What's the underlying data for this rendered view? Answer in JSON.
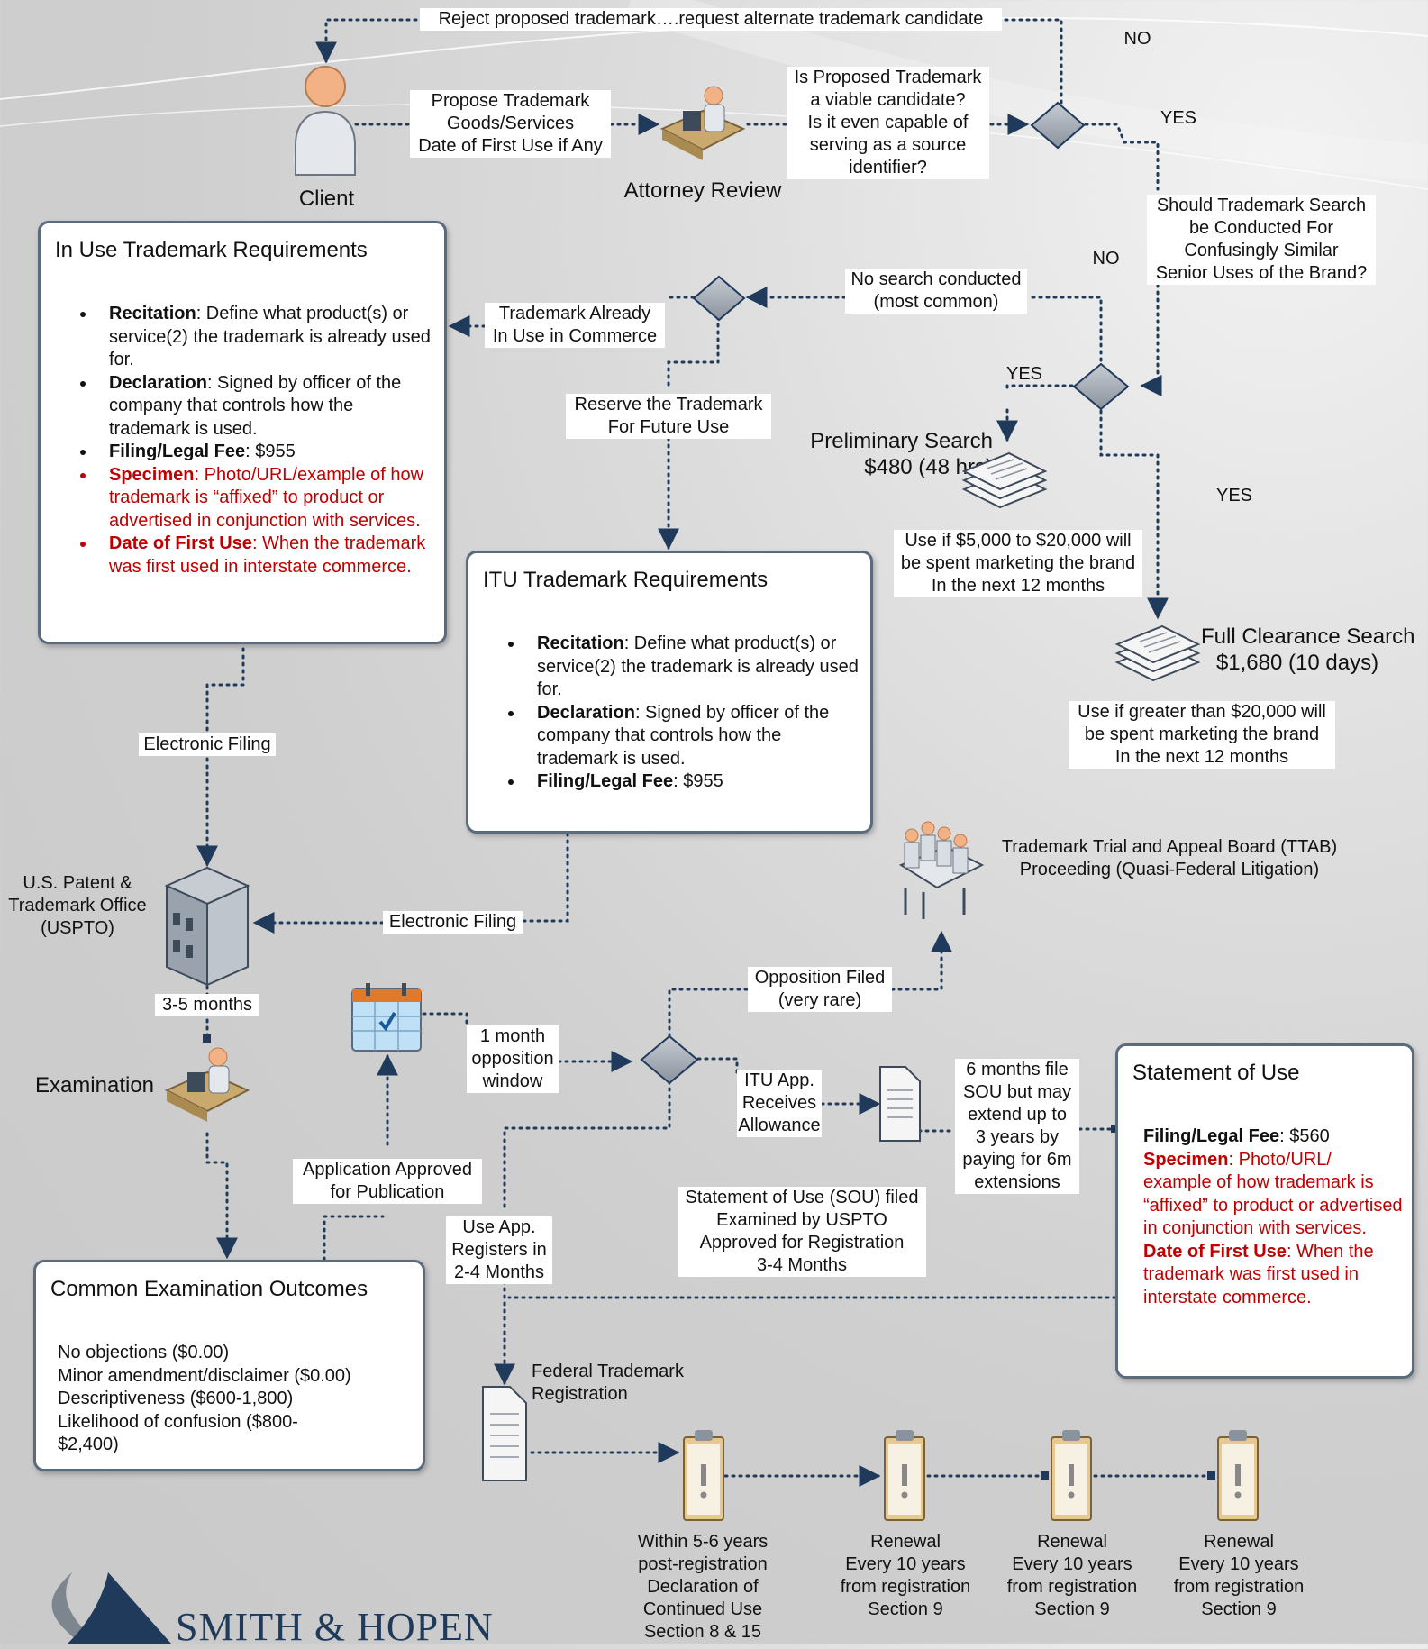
{
  "top": {
    "reject": "Reject proposed trademark….request alternate trademark candidate",
    "no_top": "NO",
    "yes_top": "YES",
    "propose": [
      "Propose Trademark",
      "Goods/Services",
      "Date of First Use if Any"
    ],
    "client": "Client",
    "attorney_review": "Attorney Review",
    "viable": [
      "Is Proposed Trademark",
      "a viable candidate?",
      "Is it even capable of",
      "serving as a source",
      "identifier?"
    ],
    "should_search": [
      "Should Trademark Search",
      "be Conducted For",
      "Confusingly Similar",
      "Senior Uses of the Brand?"
    ]
  },
  "in_use": {
    "title": "In Use Trademark Requirements",
    "items": [
      {
        "bold": "Recitation",
        "text": ": Define what product(s) or service(2) the trademark is already used for.",
        "red": false
      },
      {
        "bold": "Declaration",
        "text": ": Signed by officer of the company that controls how the trademark is used.",
        "red": false
      },
      {
        "bold": "Filing/Legal Fee",
        "text": ": $955",
        "red": false
      },
      {
        "bold": "Specimen",
        "text": ": Photo/URL/example of how trademark is “affixed” to product or advertised in conjunction with services.",
        "red": true
      },
      {
        "bold": "Date of First Use",
        "text": ":  When the trademark was first used in interstate commerce.",
        "red": true
      }
    ]
  },
  "search": {
    "no_mid": "NO",
    "no_search": [
      "No search conducted",
      "(most common)"
    ],
    "already_in_use": [
      "Trademark Already",
      "In Use in Commerce"
    ],
    "reserve": [
      "Reserve the Trademark",
      "For Future Use"
    ],
    "yes_left": "YES",
    "yes_right": "YES",
    "prelim": [
      "Preliminary Search",
      "$480 (48 hrs)"
    ],
    "prelim_note": [
      "Use if $5,000 to $20,000 will",
      "be spent marketing the brand",
      "In the next 12 months"
    ],
    "full": [
      "Full Clearance Search",
      "$1,680 (10 days)"
    ],
    "full_note": [
      "Use if greater than $20,000 will",
      "be spent marketing the brand",
      "In the next 12 months"
    ]
  },
  "itu": {
    "title": "ITU Trademark Requirements",
    "items": [
      {
        "bold": "Recitation",
        "text": ": Define what product(s) or service(2) the trademark is already used for.",
        "red": false
      },
      {
        "bold": "Declaration",
        "text": ": Signed by officer of the company that controls how the trademark is used.",
        "red": false
      },
      {
        "bold": "Filing/Legal Fee",
        "text": ": $955",
        "red": false
      }
    ]
  },
  "filing": {
    "electronic_left": "Electronic Filing",
    "electronic_mid": "Electronic Filing",
    "uspto": [
      "U.S. Patent &",
      "Trademark Office",
      "(USPTO)"
    ],
    "months": "3-5 months",
    "examination": "Examination",
    "ttab": [
      "Trademark Trial and Appeal Board (TTAB)",
      "Proceeding (Quasi-Federal Litigation)"
    ]
  },
  "publication": {
    "opposition_filed": [
      "Opposition Filed",
      "(very rare)"
    ],
    "window": [
      "1 month",
      "opposition",
      "window"
    ],
    "itu_allowance": [
      "ITU App.",
      "Receives",
      "Allowance"
    ],
    "six_months": [
      "6 months file",
      "SOU but may",
      "extend up to",
      "3 years by",
      "paying for 6m",
      "extensions"
    ],
    "approved": [
      "Application Approved",
      "for Publication"
    ],
    "sou_filed": [
      "Statement of Use (SOU) filed",
      "Examined by USPTO",
      "Approved for Registration",
      "3-4 Months"
    ],
    "use_app": [
      "Use App.",
      "Registers in",
      "2-4 Months"
    ]
  },
  "sou_box": {
    "title": "Statement of Use",
    "fee_bold": "Filing/Legal Fee",
    "fee_text": ": $560",
    "specimen_bold": "Specimen",
    "specimen_text": ": Photo/URL/ example of how trademark is “affixed” to product or advertised in conjunction with services.",
    "date_bold": "Date of First Use",
    "date_text": ":  When the trademark was first used in interstate commerce."
  },
  "outcomes": {
    "title": "Common Examination Outcomes",
    "items": [
      "No objections ($0.00)",
      "Minor amendment/disclaimer ($0.00)",
      "Descriptiveness ($600-1,800)",
      "Likelihood of confusion ($800-",
      "$2,400)"
    ]
  },
  "registration": {
    "federal": [
      "Federal Trademark",
      "Registration"
    ],
    "within": [
      "Within 5-6 years",
      "post-registration",
      "Declaration of",
      "Continued Use",
      "Section 8 & 15"
    ],
    "renewal": [
      "Renewal",
      "Every 10 years",
      "from registration",
      "Section 9"
    ]
  },
  "logo": {
    "text": "SMITH & HOPEN"
  },
  "colors": {
    "line": "#1f3a5a",
    "box_border": "#5b6b7e",
    "red_text": "#c00000",
    "diamond": "#9aa2ad"
  }
}
